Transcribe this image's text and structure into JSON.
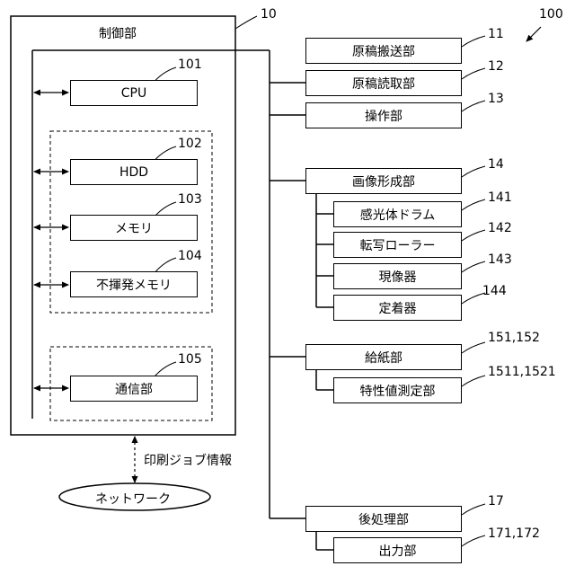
{
  "figure_ref": "100",
  "control": {
    "title": "制御部",
    "ref": "10",
    "cpu": {
      "label": "CPU",
      "ref": "101"
    },
    "hdd": {
      "label": "HDD",
      "ref": "102"
    },
    "memory": {
      "label": "メモリ",
      "ref": "103"
    },
    "nvram": {
      "label": "不揮発メモリ",
      "ref": "104"
    },
    "comm": {
      "label": "通信部",
      "ref": "105"
    }
  },
  "print_job": "印刷ジョブ情報",
  "network": "ネットワーク",
  "modules": {
    "scanner_feed": {
      "label": "原稿搬送部",
      "ref": "11"
    },
    "scanner_read": {
      "label": "原稿読取部",
      "ref": "12"
    },
    "operation": {
      "label": "操作部",
      "ref": "13"
    },
    "image_forming": {
      "label": "画像形成部",
      "ref": "14"
    },
    "photoconductor": {
      "label": "感光体ドラム",
      "ref": "141"
    },
    "transfer_roller": {
      "label": "転写ローラー",
      "ref": "142"
    },
    "developer": {
      "label": "現像器",
      "ref": "143"
    },
    "fixing": {
      "label": "定着器",
      "ref": "144"
    },
    "paper_feed": {
      "label": "給紙部",
      "ref": "151,152"
    },
    "property_measure": {
      "label": "特性値測定部",
      "ref": "1511,1521"
    },
    "post_processing": {
      "label": "後処理部",
      "ref": "17"
    },
    "output": {
      "label": "出力部",
      "ref": "171,172"
    }
  }
}
